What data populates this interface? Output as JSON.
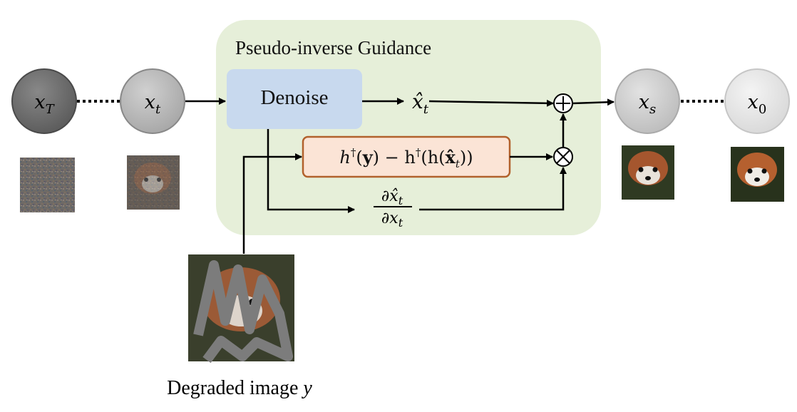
{
  "diagram": {
    "panel_title": "Pseudo-inverse Guidance",
    "denoise_label": "Denoise",
    "nodes": {
      "xT": {
        "base": "x",
        "sub": "T"
      },
      "xt": {
        "base": "x",
        "sub": "t"
      },
      "xs": {
        "base": "x",
        "sub": "s"
      },
      "x0": {
        "base": "x",
        "sub": "0"
      }
    },
    "xhat_t": {
      "base": "x̂",
      "sub": "t"
    },
    "guidance_formula": {
      "p1": "h",
      "d1": "†",
      "p2": "(",
      "y1": "y",
      "p3": ") − h",
      "d2": "†",
      "p4": "(h(",
      "x": "x̂",
      "xs": "t",
      "p5": "))"
    },
    "jacobian": {
      "num": {
        "partial": "∂",
        "base": "x̂",
        "sub": "t"
      },
      "den": {
        "partial": "∂",
        "base": "x",
        "sub": "t"
      }
    },
    "ops": {
      "plus": "+",
      "times": "×"
    },
    "degraded_caption": {
      "text": "Degraded image ",
      "var": "y"
    },
    "colors": {
      "panel_bg": "#e6efd9",
      "denoise_bg": "#c8d9ee",
      "guidance_border": "#b2612c",
      "guidance_bg": "#fbe4d6",
      "node_xT": "#6a6a6a",
      "node_xt": "#b4b4b4",
      "node_xs": "#c8c8c8",
      "node_x0": "#e4e4e4"
    }
  }
}
